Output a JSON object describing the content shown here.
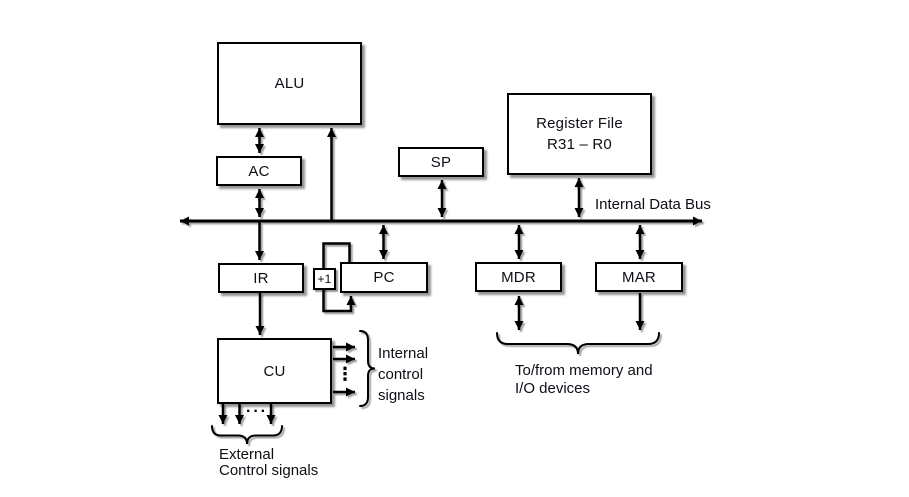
{
  "colors": {
    "line": "#000000",
    "box_fill": "#ffffff",
    "text": "#0e0e16",
    "background": "#ffffff"
  },
  "blocks": {
    "alu": {
      "label": "ALU"
    },
    "ac": {
      "label": "AC"
    },
    "sp": {
      "label": "SP"
    },
    "register_file": {
      "line1": "Register File",
      "line2": "R31 – R0"
    },
    "ir": {
      "label": "IR"
    },
    "plus1": {
      "label": "+1"
    },
    "pc": {
      "label": "PC"
    },
    "mdr": {
      "label": "MDR"
    },
    "mar": {
      "label": "MAR"
    },
    "cu": {
      "label": "CU"
    }
  },
  "labels": {
    "bus": "Internal Data Bus",
    "internal_control": [
      "Internal",
      "control",
      "signals"
    ],
    "memory_io": [
      "To/from memory and",
      "I/O devices"
    ],
    "external_control": [
      "External",
      "Control signals"
    ],
    "ellipsis_vertical": "⋮",
    "ellipsis_horizontal": "···"
  }
}
